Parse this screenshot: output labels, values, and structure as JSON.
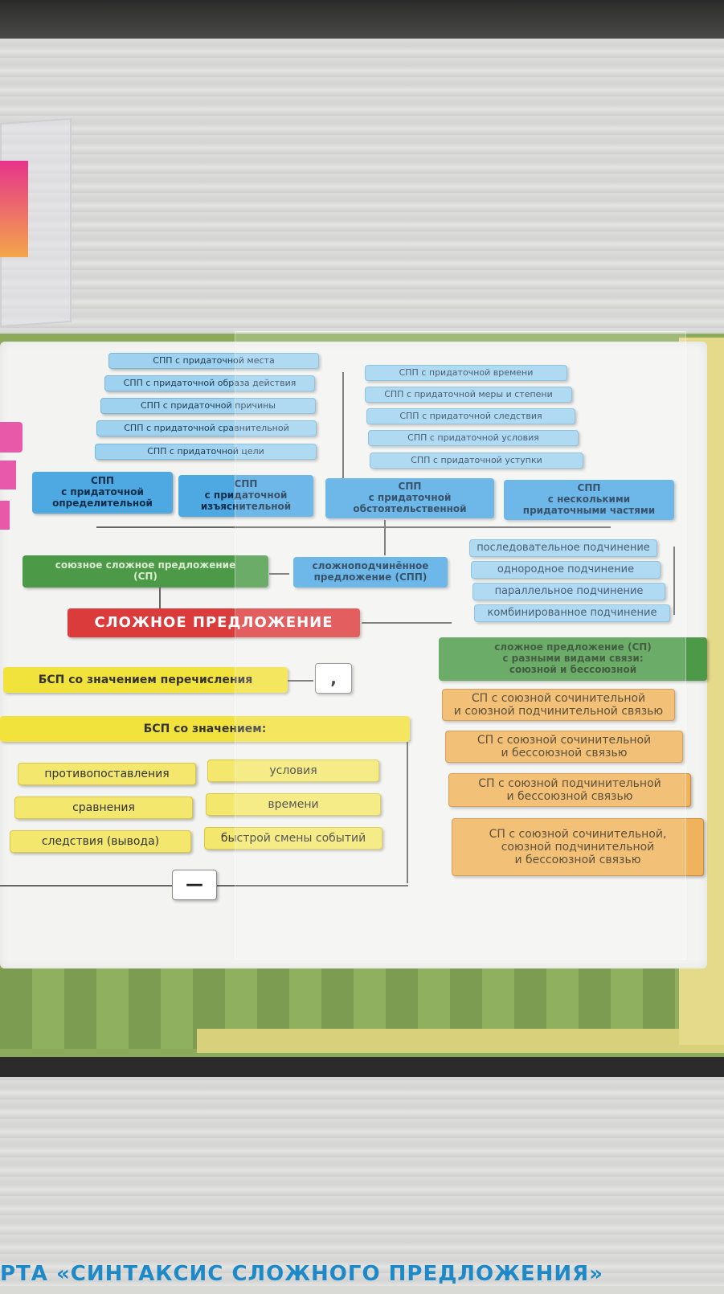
{
  "blue_small_left": [
    "СПП с придаточной места",
    "СПП с придаточной образа действия",
    "СПП с придаточной причины",
    "СПП с придаточной сравнительной",
    "СПП с придаточной цели"
  ],
  "blue_small_right": [
    "СПП с придаточной времени",
    "СПП с придаточной меры и степени",
    "СПП с придаточной следствия",
    "СПП с придаточной условия",
    "СПП с придаточной уступки"
  ],
  "blue_types": [
    "СПП\nс придаточной\nопределительной",
    "СПП\nс придаточной\nизъяснительной",
    "СПП\nс придаточной\nобстоятельственной",
    "СПП\nс несколькими\nпридаточными частями"
  ],
  "subordination": [
    "последовательное подчинение",
    "однородное подчинение",
    "параллельное подчинение",
    "комбинированное подчинение"
  ],
  "compound": "союзное сложное предложение\n(СП)",
  "complex": "сложноподчинённое\nпредложение (СПП)",
  "main": "СЛОЖНОЕ ПРЕДЛОЖЕНИЕ",
  "mixed_header": "сложное предложение (СП)\nс разными видами связи:\nсоюзной и бессоюзной",
  "mixed_types": [
    "СП с союзной сочинительной\nи союзной подчинительной связью",
    "СП с союзной сочинительной\nи бессоюзной связью",
    "СП с союзной подчинительной\nи бессоюзной связью",
    "СП с союзной сочинительной,\nсоюзной подчинительной\nи бессоюзной связью"
  ],
  "bsp_enum": "БСП со значением перечисления",
  "comma_sign": ",",
  "bsp_meaning": "БСП со значением:",
  "bsp_left": [
    "противопоставления",
    "сравнения",
    "следствия (вывода)"
  ],
  "bsp_right": [
    "условия",
    "времени",
    "быстрой смены событий"
  ],
  "dash_sign": "—",
  "footer_title": "РТА «СИНТАКСИС СЛОЖНОГО ПРЕДЛОЖЕНИЯ»",
  "colors": {
    "blue": "#4ea9e3",
    "green": "#4c9a48",
    "red": "#dc3b3c",
    "yellow": "#f2e23c",
    "orange": "#f0b25a",
    "title": "#1e89c8"
  }
}
